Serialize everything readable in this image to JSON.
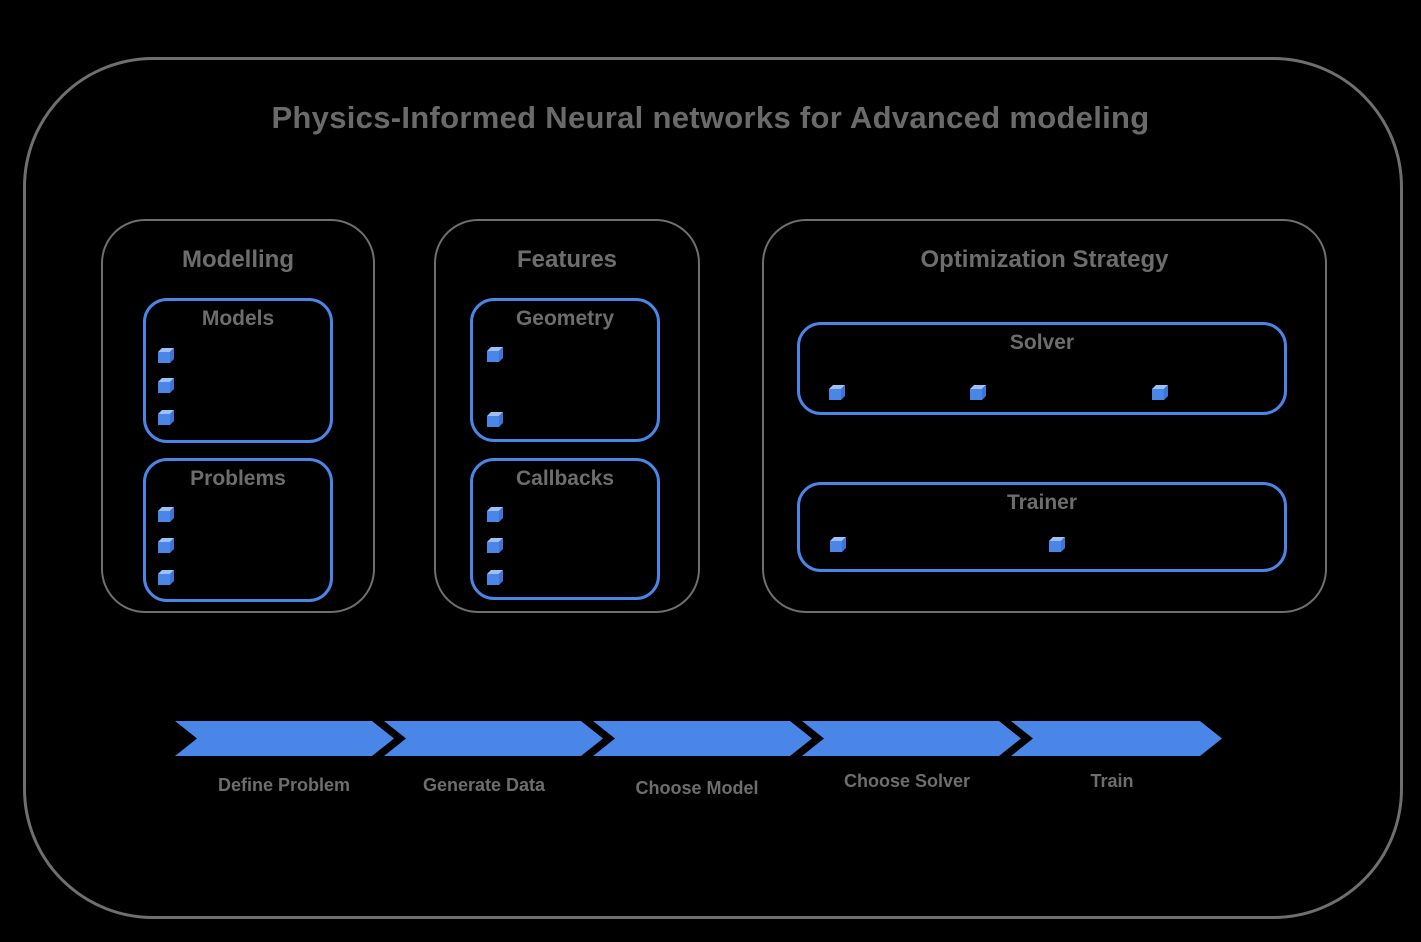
{
  "title": "Physics-Informed Neural networks for Advanced modeling",
  "colors": {
    "background": "#000000",
    "accent_blue": "#4a86e8",
    "outline_gray": "#6f6f6f",
    "text_gray": "#6d6d6d",
    "cube_front": "#4a86e8",
    "cube_top": "#9dc1f5",
    "cube_side": "#3e74d8"
  },
  "sections": [
    {
      "label": "Modelling",
      "groups": [
        {
          "label": "Models",
          "item_count": 3
        },
        {
          "label": "Problems",
          "item_count": 3
        }
      ]
    },
    {
      "label": "Features",
      "groups": [
        {
          "label": "Geometry",
          "item_count": 2
        },
        {
          "label": "Callbacks",
          "item_count": 3
        }
      ]
    },
    {
      "label": "Optimization Strategy",
      "groups": [
        {
          "label": "Solver",
          "item_count": 3
        },
        {
          "label": "Trainer",
          "item_count": 2
        }
      ]
    }
  ],
  "flow": {
    "steps": [
      {
        "label": "Define Problem"
      },
      {
        "label": "Generate Data"
      },
      {
        "label": "Choose Model"
      },
      {
        "label": "Choose Solver"
      },
      {
        "label": "Train"
      }
    ]
  }
}
